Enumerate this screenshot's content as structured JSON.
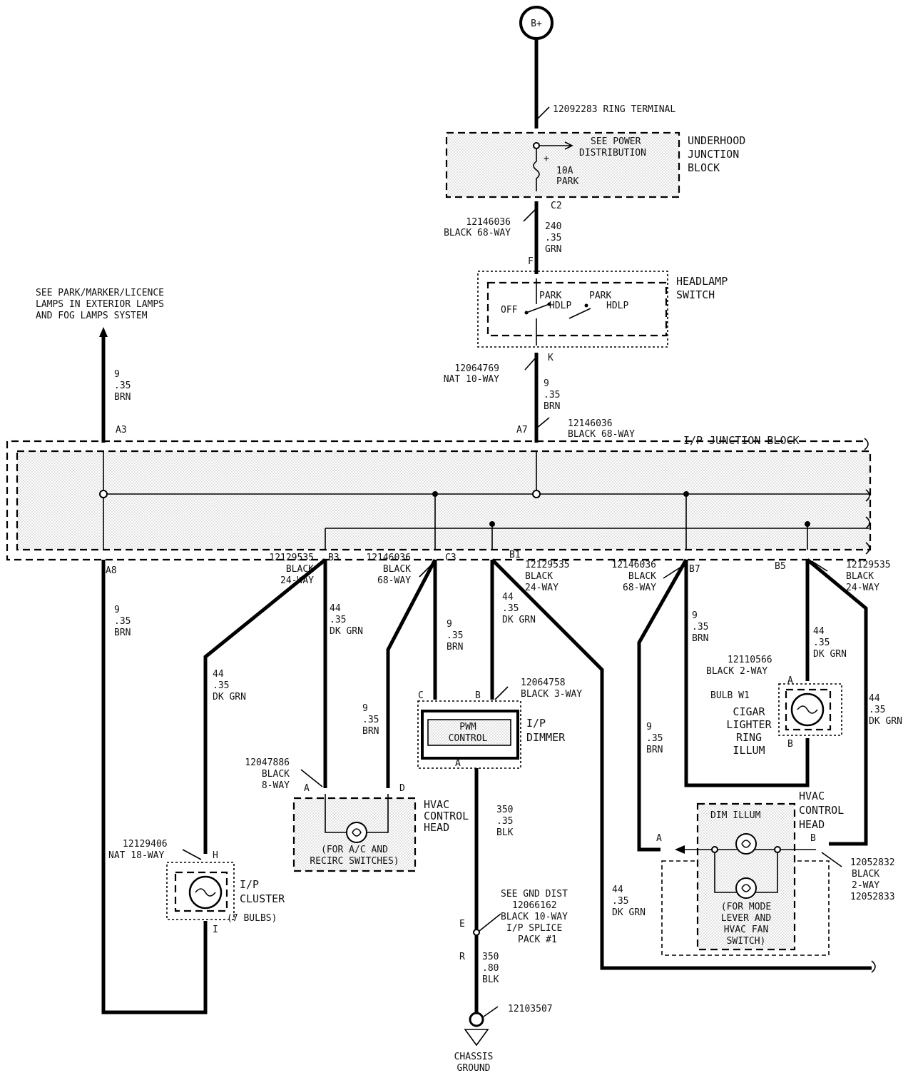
{
  "colors": {
    "ink": "#000000",
    "paper": "#ffffff",
    "shade": "#bdbdbd"
  },
  "labels": {
    "battery": "B+",
    "ring_terminal": "12092283  RING TERMINAL",
    "see_power_1": "SEE POWER",
    "see_power_2": "DISTRIBUTION",
    "fuse_plus": "+",
    "fuse_1": "10A",
    "fuse_2": "PARK",
    "uhjb_1": "UNDERHOOD",
    "uhjb_2": "JUNCTION",
    "uhjb_3": "BLOCK",
    "c2": "C2",
    "conn_c2_1": "12146036",
    "conn_c2_2": "BLACK 68-WAY",
    "w240_1": "240",
    "w240_2": ".35",
    "w240_3": "GRN",
    "pin_f": "F",
    "hs_1": "HEADLAMP",
    "hs_2": "SWITCH",
    "sw_park1": "PARK",
    "sw_hdlp1": "HDLP",
    "sw_off": "OFF",
    "sw_park2": "PARK",
    "sw_hdlp2": "HDLP",
    "pin_k": "K",
    "conn_k_1": "12064769",
    "conn_k_2": "NAT 10-WAY",
    "w9a_1": "9",
    "w9a_2": ".35",
    "w9a_3": "BRN",
    "see_park_1": "SEE PARK/MARKER/LICENCE",
    "see_park_2": "LAMPS IN EXTERIOR LAMPS",
    "see_park_3": "AND FOG LAMPS SYSTEM",
    "w9b_1": "9",
    "w9b_2": ".35",
    "w9b_3": "BRN",
    "a3": "A3",
    "a7": "A7",
    "conn_a7_1": "12146036",
    "conn_a7_2": "BLACK 68-WAY",
    "ipjb": "I/P JUNCTION BLOCK",
    "a8": "A8",
    "conn_b3_1": "12129535",
    "conn_b3_2": "BLACK",
    "conn_b3_3": "24-WAY",
    "b3": "B3",
    "conn_c3_1": "12146036",
    "conn_c3_2": "BLACK",
    "conn_c3_3": "68-WAY",
    "c3": "C3",
    "b1": "B1",
    "conn_b1_1": "12129535",
    "conn_b1_2": "BLACK",
    "conn_b1_3": "24-WAY",
    "conn_b7_1": "12146036",
    "conn_b7_2": "BLACK",
    "conn_b7_3": "68-WAY",
    "b7": "B7",
    "b5": "B5",
    "conn_b5_1": "12129535",
    "conn_b5_2": "BLACK",
    "conn_b5_3": "24-WAY",
    "w9c_1": "9",
    "w9c_2": ".35",
    "w9c_3": "BRN",
    "w44a_1": "44",
    "w44a_2": ".35",
    "w44a_3": "DK GRN",
    "w44b_1": "44",
    "w44b_2": ".35",
    "w44b_3": "DK GRN",
    "w9d_1": "9",
    "w9d_2": ".35",
    "w9d_3": "BRN",
    "w44c_1": "44",
    "w44c_2": ".35",
    "w44c_3": "DK GRN",
    "w9e_1": "9",
    "w9e_2": ".35",
    "w9e_3": "BRN",
    "w44d_1": "44",
    "w44d_2": ".35",
    "w44d_3": "DK GRN",
    "cig_conn_1": "12110566",
    "cig_conn_2": "BLACK 2-WAY",
    "cig_a": "A",
    "bulb_w1": "BULB W1",
    "cig_1": "CIGAR",
    "cig_2": "LIGHTER",
    "cig_3": "RING",
    "cig_4": "ILLUM",
    "cig_b": "B",
    "w9f_1": "9",
    "w9f_2": ".35",
    "w9f_3": "BRN",
    "w44e_1": "44",
    "w44e_2": ".35",
    "w44e_3": "DK GRN",
    "dim_c": "C",
    "dim_b": "B",
    "dim_conn_1": "12064758",
    "dim_conn_2": "BLACK 3-WAY",
    "pwm_1": "PWM",
    "pwm_2": "CONTROL",
    "ipd_1": "I/P",
    "ipd_2": "DIMMER",
    "dim_a": "A",
    "w9g_1": "9",
    "w9g_2": ".35",
    "w9g_3": "BRN",
    "hvac_conn_1": "12047886",
    "hvac_conn_2": "BLACK",
    "hvac_conn_3": "8-WAY",
    "hvac_a": "A",
    "hvac_d": "D",
    "hvac_1": "HVAC",
    "hvac_2": "CONTROL",
    "hvac_3": "HEAD",
    "hvac_note_1": "(FOR A/C AND",
    "hvac_note_2": "RECIRC SWITCHES)",
    "w350a_1": "350",
    "w350a_2": ".35",
    "w350a_3": "BLK",
    "clu_conn_1": "12129406",
    "clu_conn_2": "NAT 18-WAY",
    "clu_h": "H",
    "clu_1": "I/P",
    "clu_2": "CLUSTER",
    "clu_3": "(7 BULBS)",
    "clu_i": "I",
    "gnd_1": "SEE GND DIST",
    "gnd_2": "12066162",
    "gnd_3": "BLACK 10-WAY",
    "gnd_4": "I/P SPLICE",
    "gnd_5": "PACK #1",
    "pin_e": "E",
    "pin_r": "R",
    "w350b_1": "350",
    "w350b_2": ".80",
    "w350b_3": "BLK",
    "ground_part": "12103507",
    "chassis_1": "CHASSIS",
    "chassis_2": "GROUND",
    "w44f_1": "44",
    "w44f_2": ".35",
    "w44f_3": "DK GRN",
    "hvac2_1": "HVAC",
    "hvac2_2": "CONTROL",
    "hvac2_3": "HEAD",
    "hvac2_a": "A",
    "hvac2_b": "B",
    "dim_illum": "DIM ILLUM",
    "mode_1": "(FOR MODE",
    "mode_2": "LEVER AND",
    "mode_3": "HVAC FAN",
    "mode_4": "SWITCH)",
    "hvac2_conn_1": "12052832",
    "hvac2_conn_2": "BLACK",
    "hvac2_conn_3": "2-WAY",
    "hvac2_conn_4": "12052833"
  }
}
